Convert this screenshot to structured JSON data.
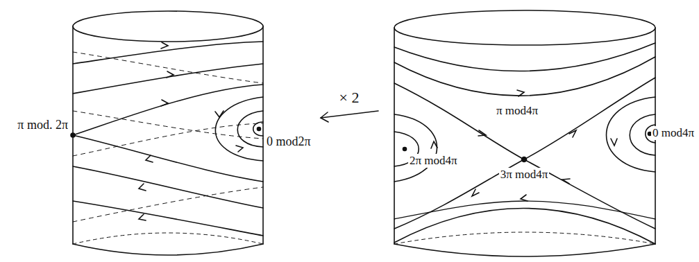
{
  "diagram": {
    "labels": [
      "π mod. 2π",
      "0 mod2π",
      "× 2",
      "2π mod4π",
      "π mod4π",
      "3π mod4π",
      "0 mod4π"
    ]
  }
}
